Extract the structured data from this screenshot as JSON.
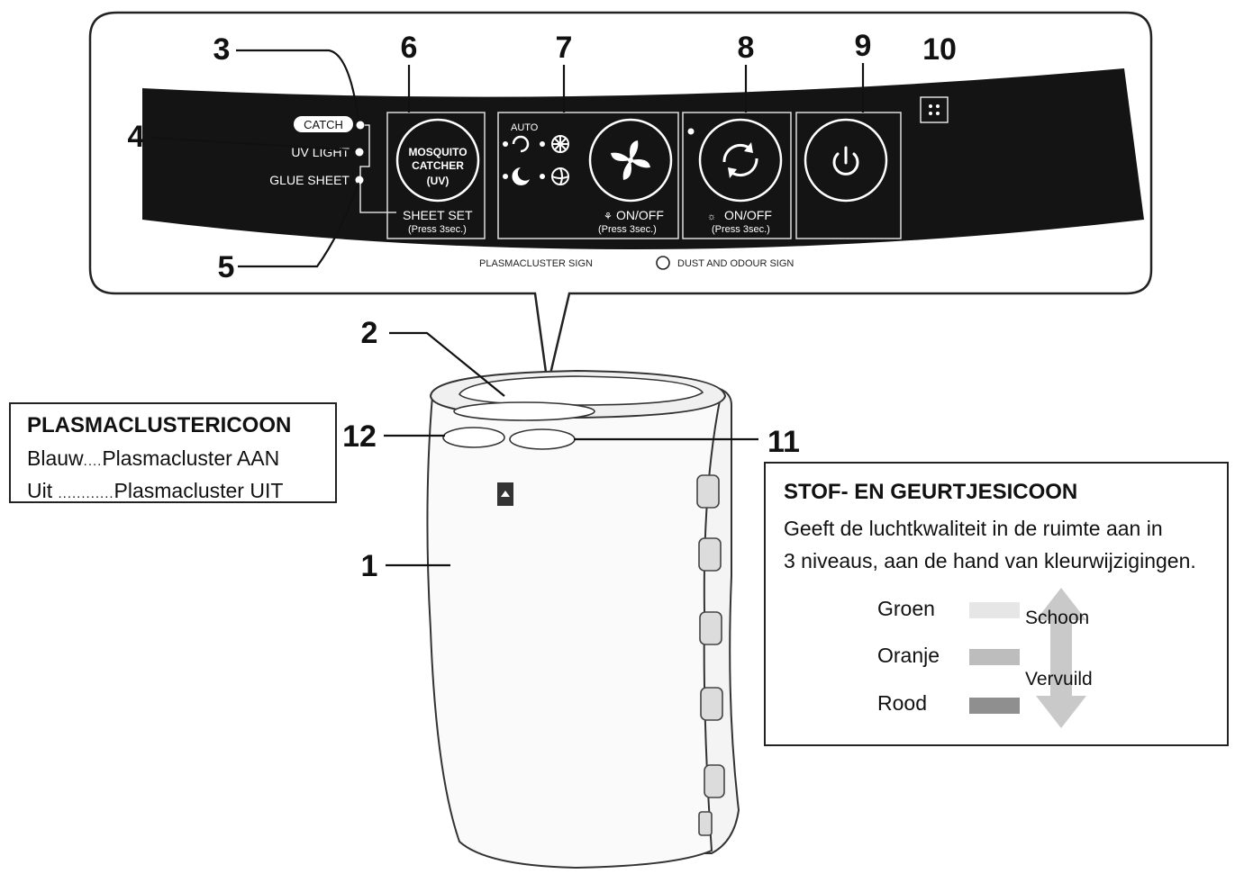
{
  "callouts": {
    "n1": "1",
    "n2": "2",
    "n3": "3",
    "n4": "4",
    "n5": "5",
    "n6": "6",
    "n7": "7",
    "n8": "8",
    "n9": "9",
    "n10": "10",
    "n11": "11",
    "n12": "12"
  },
  "panel": {
    "catch": "CATCH",
    "uv_light": "UV LIGHT",
    "glue_sheet": "GLUE SHEET",
    "sheet_set": "SHEET SET",
    "sheet_set_press": "(Press 3sec.)",
    "mosquito_line1": "MOSQUITO",
    "mosquito_line2": "CATCHER",
    "mosquito_line3": "(UV)",
    "auto": "AUTO",
    "fan_onoff": "ON/OFF",
    "fan_press": "(Press 3sec.)",
    "light_onoff": "ON/OFF",
    "light_press": "(Press 3sec.)",
    "plasmacluster_sign": "PLASMACLUSTER SIGN",
    "dust_sign": "DUST AND ODOUR SIGN"
  },
  "plasmacluster_legend": {
    "title": "PLASMACLUSTERICOON",
    "row1_left": "Blauw",
    "row1_dots": "....",
    "row1_right": "Plasmacluster AAN",
    "row2_left": "Uit",
    "row2_dots": "............",
    "row2_right": "Plasmacluster UIT"
  },
  "dust_legend": {
    "title": "STOF- EN GEURTJESICOON",
    "desc_line1": "Geeft de luchtkwaliteit in de ruimte aan in",
    "desc_line2": "3 niveaus, aan de hand van kleurwijzigingen.",
    "levels": [
      {
        "label": "Groen",
        "color": "#e6e6e6"
      },
      {
        "label": "Oranje",
        "color": "#bdbdbd"
      },
      {
        "label": "Rood",
        "color": "#8f8f8f"
      }
    ],
    "clean": "Schoon",
    "dirty": "Vervuild"
  },
  "colors": {
    "panel": "#141414",
    "arrow": "#c9c9c9"
  }
}
